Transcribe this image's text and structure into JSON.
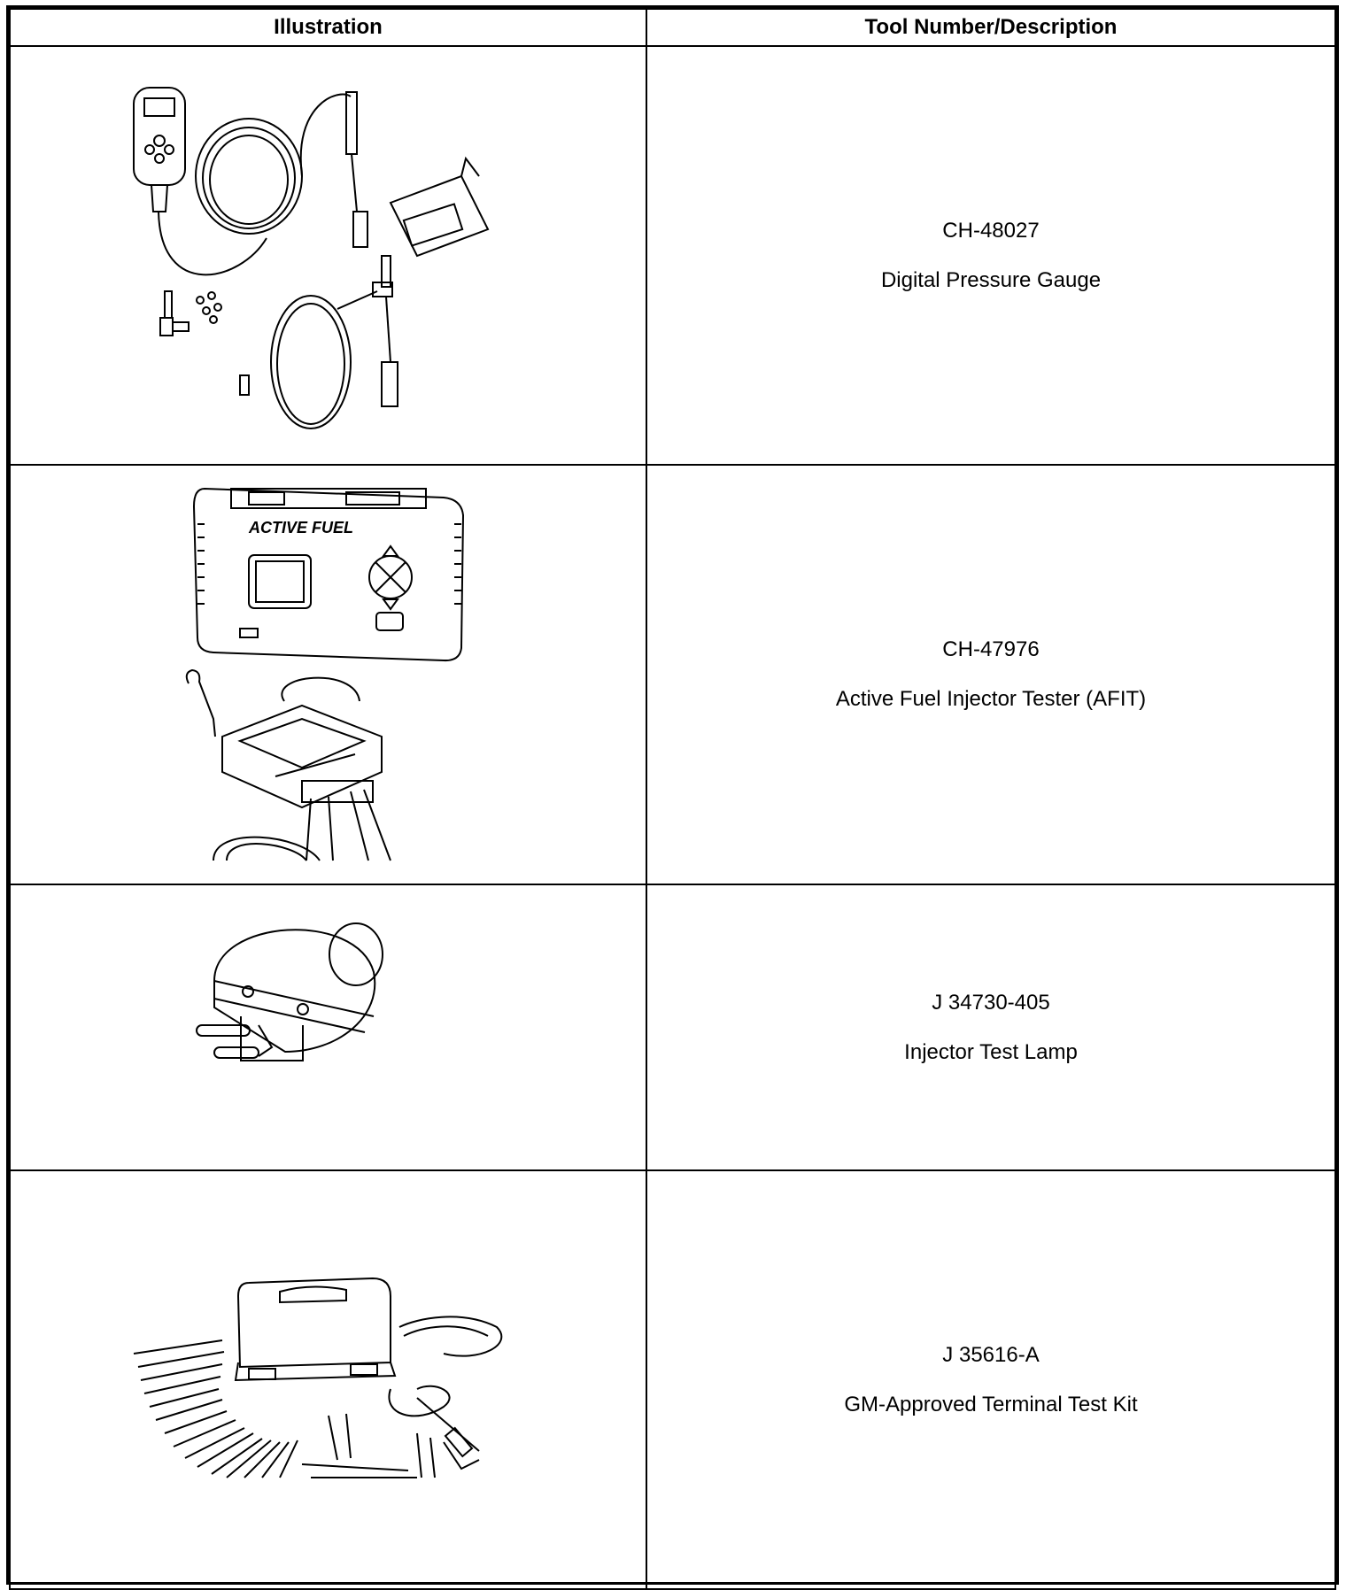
{
  "table": {
    "headers": {
      "illustration": "Illustration",
      "description": "Tool Number/Description"
    },
    "rows": [
      {
        "tool_number": "CH-48027",
        "description": "Digital Pressure Gauge",
        "illustration_icon": "digital-pressure-gauge-illustration"
      },
      {
        "tool_number": "CH-47976",
        "description": "Active Fuel Injector Tester (AFIT)",
        "illustration_icon": "active-fuel-injector-tester-illustration",
        "device_label": "ACTIVE FUEL"
      },
      {
        "tool_number": "J 34730-405",
        "description": "Injector Test Lamp",
        "illustration_icon": "injector-test-lamp-illustration"
      },
      {
        "tool_number": "J 35616-A",
        "description": "GM-Approved Terminal Test Kit",
        "illustration_icon": "terminal-test-kit-illustration"
      }
    ]
  }
}
